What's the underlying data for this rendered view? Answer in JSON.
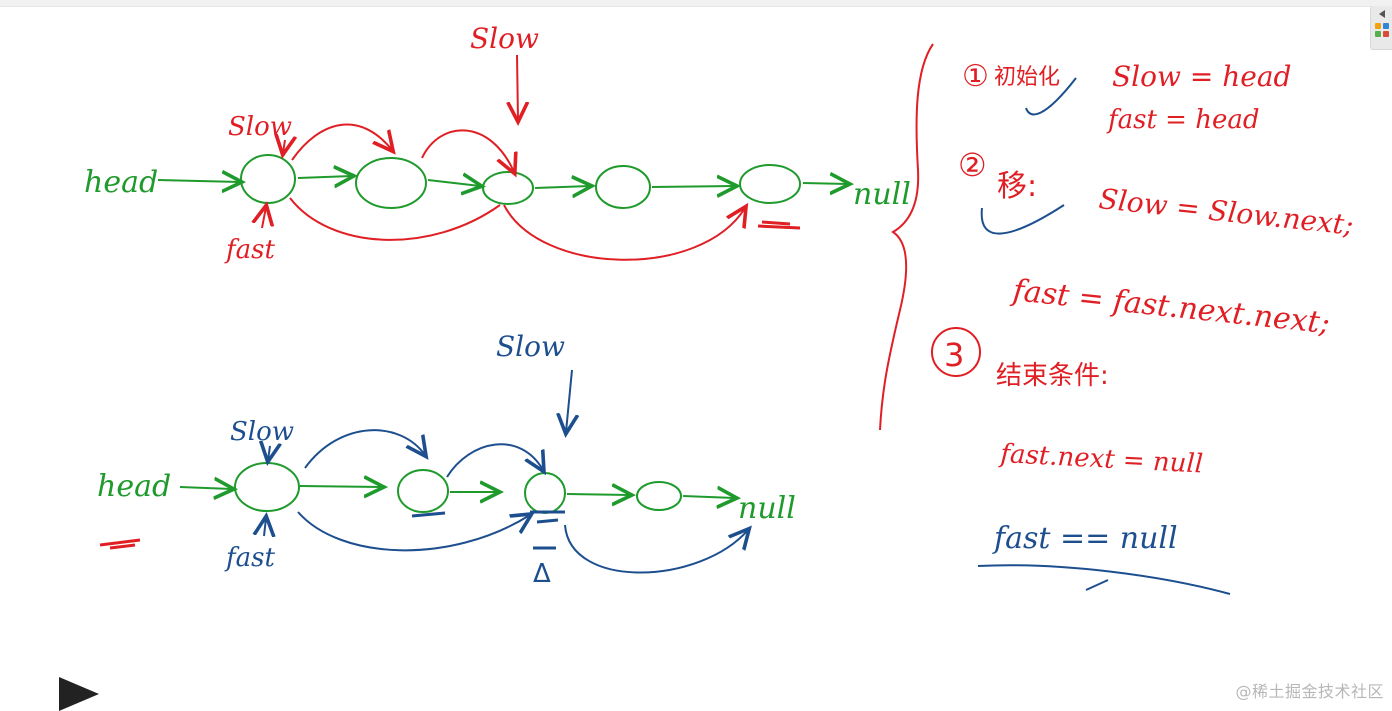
{
  "colors": {
    "green": "#1f9a2c",
    "red": "#e01f25",
    "blue": "#1d4f8f",
    "bg": "#ffffff"
  },
  "icons": {
    "collapse": "chevron-left-icon",
    "apps": "apps-grid-icon",
    "play": "play-icon"
  },
  "top_diagram": {
    "head_label": "head",
    "null_label": "null",
    "slow_top_label": "Slow",
    "slow_label": "Slow",
    "fast_label": "fast"
  },
  "bottom_diagram": {
    "head_label": "head",
    "null_label": "null",
    "slow_top_label": "Slow",
    "slow_label": "Slow",
    "fast_label": "fast",
    "delta_label": "Δ"
  },
  "notes": {
    "step1_marker": "①",
    "step1_title": "初始化",
    "step1_line1": "Slow = head",
    "step1_line2": "fast = head",
    "step2_marker": "②",
    "step2_title": "移:",
    "step2_line1": "Slow = Slow.next;",
    "step2_line2": "fast = fast.next.next;",
    "step3_marker": "3",
    "step3_title": "结束条件:",
    "step3_line1": "fast.next = null",
    "step3_line2": "fast == null"
  },
  "watermark": "@稀土掘金技术社区"
}
